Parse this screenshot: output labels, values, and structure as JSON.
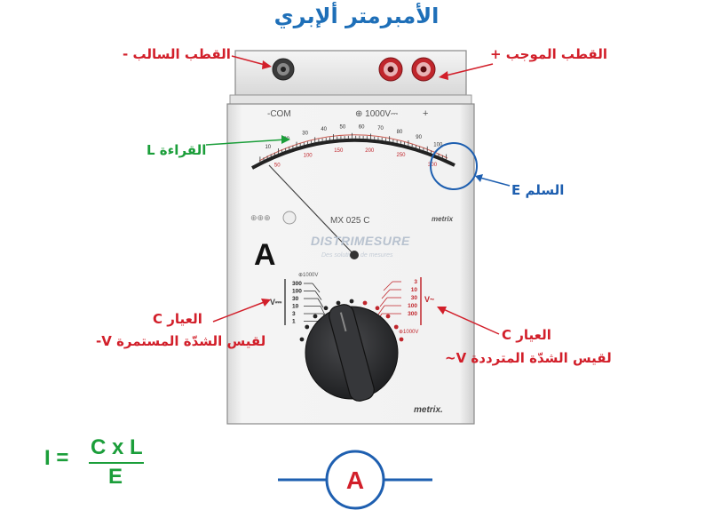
{
  "title": "الأمبرمتر ألإبري",
  "labels": {
    "negative_pole": "القطب السالب -",
    "positive_pole": "القطب الموجب +",
    "reading": "القراءة L",
    "scale": "السلم E",
    "range_dc_line1": "العيار C",
    "range_dc_line2": "لقيس الشدّة المستمرة V-",
    "range_ac_line1": "العيار C",
    "range_ac_line2": "لقيس الشدّة المترددة V~",
    "big_letter": "A"
  },
  "meter": {
    "com_label": "-COM",
    "volt_label": "⊕ 1000V⎓",
    "plus_label": "+",
    "model": "MX 025 C",
    "brand_small": "metrix",
    "brand_bottom": "metrix.",
    "watermark_line1": "DISTRIMESURE",
    "watermark_line2": "Des solutions de mesures",
    "dc_marker": "V⎓",
    "ac_marker": "V~",
    "dc_ranges": [
      "300",
      "100",
      "30",
      "10",
      "3",
      "1"
    ],
    "ac_ranges": [
      "3",
      "10",
      "30",
      "100",
      "300"
    ],
    "dc_top_mark": "⊕1000V",
    "ac_bottom_mark": "⊕1000V",
    "scale_top": [
      "10",
      "20",
      "30",
      "40",
      "50",
      "60",
      "70",
      "80",
      "90",
      "100"
    ],
    "scale_bottom": [
      "50",
      "100",
      "150",
      "200",
      "250",
      "300"
    ]
  },
  "formula": {
    "lhs": "I =",
    "numerator": "C x L",
    "denominator": "E"
  },
  "symbol": {
    "letter": "A"
  },
  "colors": {
    "title": "#1e6fb8",
    "red_label": "#d21f2a",
    "green_label": "#1b9e3a",
    "blue_label": "#1e5fb0",
    "terminal_red": "#c0262c",
    "knob": "#2a2b2d"
  }
}
